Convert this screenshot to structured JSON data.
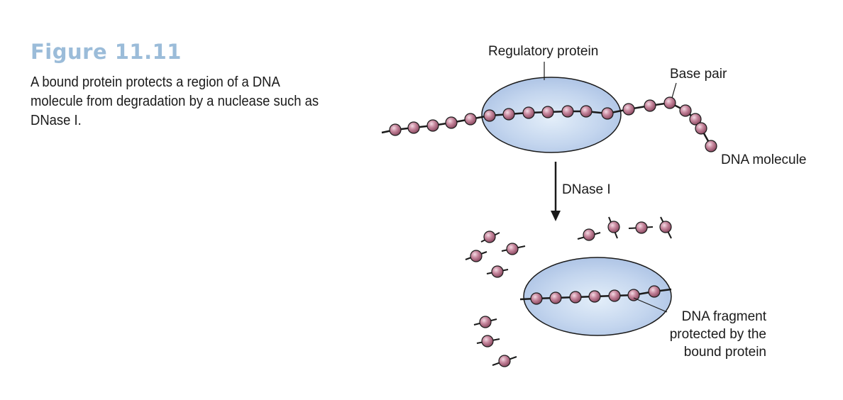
{
  "figure": {
    "title": "Figure 11.11",
    "caption": "A bound protein protects a region of a DNA molecule from degradation by a nuclease such as DNase I."
  },
  "labels": {
    "regulatory_protein": "Regulatory protein",
    "base_pair": "Base pair",
    "dna_molecule": "DNA molecule",
    "dnase": "DNase I",
    "fragment_line1": "DNA fragment",
    "fragment_line2": "protected by the",
    "fragment_line3": "bound protein"
  },
  "colors": {
    "protein_fill": "#b9cdea",
    "bead_fill": "#b06a82",
    "text": "#1a1a1a",
    "title": "#9bbcd9"
  }
}
